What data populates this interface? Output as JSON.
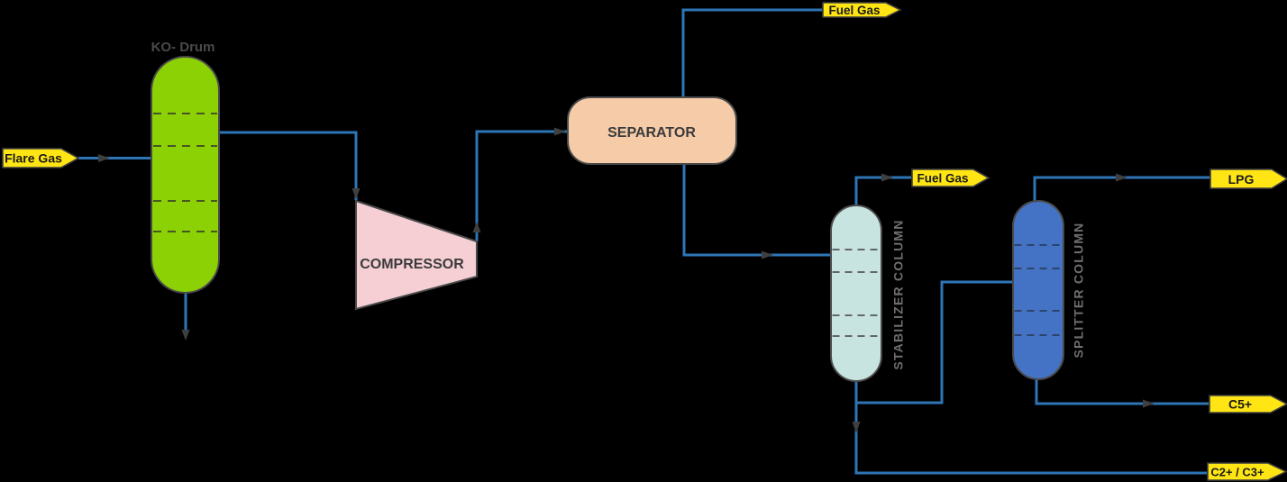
{
  "diagram": {
    "type": "process-flow-diagram",
    "colors": {
      "background": "#000000",
      "pipe": "#2E75B6",
      "arrow": "#3F3F3F",
      "flag_fill": "#FFE513",
      "flag_border": "#3F3F3F",
      "flag_text": "#1A1A1A",
      "equipment_label": "#3B3B3B",
      "column_label": "#6E6E6E",
      "ko_drum_fill": "#8CD104",
      "compressor_fill": "#F5CFD4",
      "separator_fill": "#F5CBA8",
      "stabilizer_fill": "#C8E4E1",
      "splitter_fill": "#4472C4"
    },
    "equipment": [
      {
        "id": "ko-drum",
        "label": "KO- Drum",
        "shape": "vertical-vessel"
      },
      {
        "id": "compressor",
        "label": "COMPRESSOR",
        "shape": "trapezoid"
      },
      {
        "id": "separator",
        "label": "SEPARATOR",
        "shape": "horizontal-drum"
      },
      {
        "id": "stabilizer-column",
        "label": "STABILIZER COLUMN",
        "shape": "column"
      },
      {
        "id": "splitter-column",
        "label": "SPLITTER COLUMN",
        "shape": "column"
      }
    ],
    "streams": [
      {
        "id": "flare-gas-inlet",
        "label": "Flare Gas"
      },
      {
        "id": "fuel-gas-separator-overhead",
        "label": "Fuel Gas"
      },
      {
        "id": "fuel-gas-stabilizer-overhead",
        "label": "Fuel Gas"
      },
      {
        "id": "lpg-product",
        "label": "LPG"
      },
      {
        "id": "c5-plus-product",
        "label": "C5+"
      },
      {
        "id": "c2-c3-plus-product",
        "label": "C2+ / C3+"
      }
    ]
  }
}
